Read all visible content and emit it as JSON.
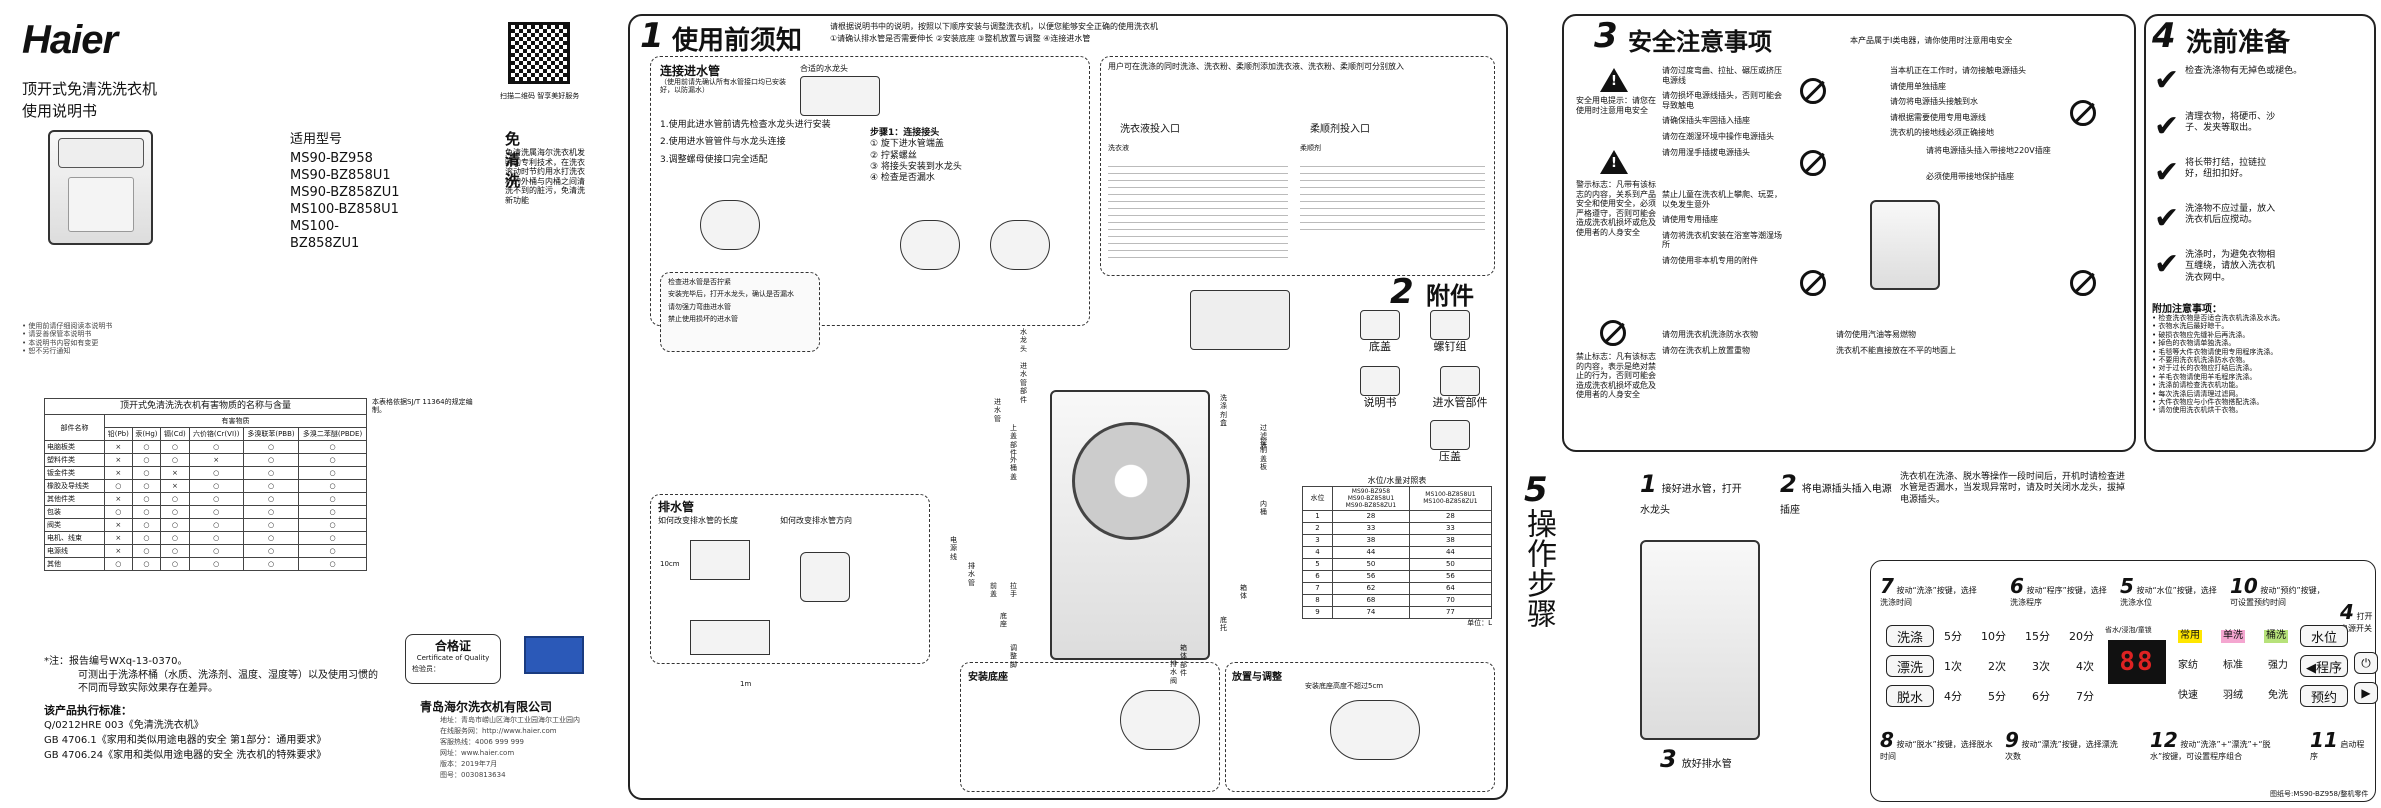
{
  "cover": {
    "logo": "Haier",
    "title1": "顶开式免清洗洗衣机",
    "title2": "使用说明书",
    "models_label": "适用型号",
    "models": [
      "MS90-BZ958",
      "MS90-BZ858U1",
      "MS90-BZ858ZU1",
      "MS100-BZ858U1",
      "MS100-BZ858ZU1"
    ],
    "feature_title": "免清洗",
    "feature_desc": "免清洗属海尔洗衣机发明的专利技术，在洗衣滚动时节约用水打洗衣机的外桶与内桶之间清洗不到的脏污，免清洗新功能",
    "qr_caption": "扫描二维码 智享美好服务",
    "bullets": [
      "• 使用前请仔细阅读本说明书",
      "• 请妥善保管本说明书",
      "• 本说明书内容如有变更",
      "• 恕不另行通知"
    ],
    "table_title": "顶开式免清洗洗衣机有害物质的名称与含量",
    "table_head_part": "部件名称",
    "table_head_group": "有害物质",
    "table_head_subs": [
      "铅(Pb)",
      "汞(Hg)",
      "镉(Cd)",
      "六价铬(Cr(VI))",
      "多溴联苯(PBB)",
      "多溴二苯醚(PBDE)"
    ],
    "table_rows": [
      {
        "name": "电脑板类",
        "v": [
          "×",
          "○",
          "○",
          "○",
          "○",
          "○"
        ]
      },
      {
        "name": "塑料件类",
        "v": [
          "×",
          "○",
          "○",
          "×",
          "○",
          "○"
        ]
      },
      {
        "name": "钣金件类",
        "v": [
          "×",
          "○",
          "×",
          "○",
          "○",
          "○"
        ]
      },
      {
        "name": "橡胶及导线类",
        "v": [
          "○",
          "○",
          "×",
          "○",
          "○",
          "○"
        ]
      },
      {
        "name": "其他件类",
        "v": [
          "×",
          "○",
          "○",
          "○",
          "○",
          "○"
        ]
      },
      {
        "name": "包装",
        "v": [
          "○",
          "○",
          "○",
          "○",
          "○",
          "○"
        ]
      },
      {
        "name": "阀类",
        "v": [
          "×",
          "○",
          "○",
          "○",
          "○",
          "○"
        ]
      },
      {
        "name": "电机、线束",
        "v": [
          "×",
          "○",
          "○",
          "○",
          "○",
          "○"
        ]
      },
      {
        "name": "电源线",
        "v": [
          "×",
          "○",
          "○",
          "○",
          "○",
          "○"
        ]
      },
      {
        "name": "其他",
        "v": [
          "○",
          "○",
          "○",
          "○",
          "○",
          "○"
        ]
      }
    ],
    "table_note": "本表格依据SJ/T 11364的规定编制。",
    "report": "*注：报告编号WXq-13-0370。",
    "report2": "可测出于洗涤杯桶（水质、洗涤剂、温度、湿度等）以及使用习惯的不同而导致实际效果存在差异。",
    "std_title": "该产品执行标准：",
    "std1": "Q/0212HRE 003《免清洗洗衣机》",
    "std2": "GB 4706.1《家用和类似用途电器的安全 第1部分：通用要求》",
    "std3": "GB 4706.24《家用和类似用途电器的安全 洗衣机的特殊要求》",
    "cert_title": "合格证",
    "cert_sub": "Certificate of Quality",
    "cert_check": "检验员：",
    "company": "青岛海尔洗衣机有限公司",
    "address": "地址：青岛市崂山区海尔工业园海尔工业园内",
    "web": "在线服务网：http://www.haier.com",
    "hotline": "客服热线：4006 999 999",
    "url": "网址：www.haier.com",
    "date": "版本：2019年7月",
    "code": "图号：0030813634"
  },
  "section1": {
    "num": "1",
    "title": "使用前须知",
    "intro": "请根据说明书中的说明，按照以下顺序安装与调整洗衣机，以便您能够安全正确的使用洗衣机",
    "intro2": "①请确认排水管是否需要伸长 ②安装底座 ③整机放置与调整 ④连接进水管",
    "connect_title": "连接进水管",
    "connect_sub": "（使用前请先确认所有水管接口均已安装好，以防漏水）",
    "faucet_label": "合适的水龙头",
    "steps": [
      "1.使用此进水管前请先检查水龙头进行安装",
      "2.使用进水管管件与水龙头连接",
      "3.调整螺母使接口完全适配"
    ],
    "install_steps": [
      "步骤1：连接接头",
      "① 旋下进水管端盖",
      "② 拧紧螺丝",
      "③ 将接头安装到水龙头",
      "④ 检查是否漏水"
    ],
    "inlet_title": "用户可在洗涤的同时洗涤、洗衣粉、柔顺剂添加洗衣液、洗衣粉、柔顺剂可分别放入",
    "detergent_title": "洗衣液投入口",
    "softener_title": "柔顺剂投入口",
    "detergent_sub": "洗衣液",
    "softener_sub": "柔顺剂",
    "drain_title": "排水管",
    "drain_sub1": "如何改变排水管的长度",
    "drain_sub2": "如何改变排水管方向",
    "drain_h": "10cm",
    "drain_h2": "1m",
    "safety_title": "安装底座",
    "level_title": "放置与调整",
    "level_h": "安装底座高度不超过5cm",
    "checklist": [
      "检查进水管是否拧紧",
      "安装完毕后，打开水龙头，确认是否漏水",
      "请勿强力弯曲进水管",
      "禁止使用损坏的进水管"
    ],
    "parts_labels": [
      "水龙头",
      "进水管",
      "进水管部件",
      "上盖部件",
      "外桶盖",
      "电源线",
      "排水管",
      "底座",
      "前盖",
      "调整脚",
      "洗涤剂盒",
      "过滤盖",
      "控制盖板",
      "内桶",
      "箱体",
      "拉手",
      "底托",
      "箱体部件",
      "排水阀"
    ],
    "spec_title": "水位/水量对照表",
    "spec_cols": [
      "水位",
      "MS90-BZ958\nMS90-BZ858U1\nMS90-BZ858ZU1",
      "MS100-BZ858U1\nMS100-BZ858ZU1"
    ],
    "spec_rows": [
      [
        "1",
        "28",
        "28"
      ],
      [
        "2",
        "33",
        "33"
      ],
      [
        "3",
        "38",
        "38"
      ],
      [
        "4",
        "44",
        "44"
      ],
      [
        "5",
        "50",
        "50"
      ],
      [
        "6",
        "56",
        "56"
      ],
      [
        "7",
        "62",
        "64"
      ],
      [
        "8",
        "68",
        "70"
      ],
      [
        "9",
        "74",
        "77"
      ]
    ],
    "spec_unit": "单位：L"
  },
  "section2": {
    "num": "2",
    "title": "附件",
    "items": [
      "底盖",
      "螺钉组",
      "说明书",
      "进水管部件",
      "压盖"
    ]
  },
  "section3": {
    "num": "3",
    "title": "安全注意事项",
    "subtitle": "本产品属于Ⅰ类电器，请你使用时注意用电安全",
    "warn_text": "安全用电提示：请您在使用时注意用电安全",
    "warn2": "警示标志：凡带有该标志的内容，关系到产品安全和使用安全，必须严格遵守，否则可能会造成洗衣机损坏或危及使用者的人身安全",
    "ban_text": "禁止标志：凡有该标志的内容，表示是绝对禁止的行为，否则可能会造成洗衣机损坏或危及使用者的人身安全",
    "rules_left": [
      "请勿过度弯曲、拉扯、碾压或挤压电源线",
      "请勿损坏电源线插头，否则可能会导致触电",
      "请确保插头牢固插入插座",
      "请勿在潮湿环境中操作电源插头",
      "请勿用湿手插拔电源插头"
    ],
    "rules_mid": [
      "禁止儿童在洗衣机上攀爬、玩耍，以免发生意外",
      "请使用专用插座",
      "请勿将洗衣机安装在浴室等潮湿场所",
      "请勿使用非本机专用的附件"
    ],
    "rules_right": [
      "当本机正在工作时，请勿接触电源插头",
      "请使用单独插座",
      "请勿将电源插头接触到水",
      "请根据需要使用专用电源线",
      "洗衣机的接地线必须正确接地"
    ],
    "power": "请将电源插头插入带接地220V插座",
    "ground": "必须使用带接地保护插座",
    "bottom_rules": [
      "请勿用洗衣机洗涤防水衣物",
      "请勿在洗衣机上放置重物",
      "请勿使用汽油等易燃物",
      "洗衣机不能直接放在不平的地面上"
    ]
  },
  "section4": {
    "num": "4",
    "title": "洗前准备",
    "items": [
      "检查洗涤物有无掉色或褪色。",
      "清理衣物，将硬币、沙子、发夹等取出。",
      "将长带打结，拉链拉好，纽扣扣好。",
      "洗涤物不应过量，放入洗衣机后应搅动。",
      "洗涤时，为避免衣物相互缠绕，请放入洗衣机洗衣网中。"
    ],
    "note_title": "附加注意事项：",
    "notes": [
      "• 检查洗衣物是否适合洗衣机洗涤及水洗。",
      "• 衣物水洗后最好晾干。",
      "• 破损衣物应先缝补后再洗涤。",
      "• 掉色的衣物请单独洗涤。",
      "• 毛毯等大件衣物请使用专用程序洗涤。",
      "• 不要用洗衣机洗涤防水衣物。",
      "• 对于过长的衣物应打结后洗涤。",
      "• 羊毛衣物请使用羊毛程序洗涤。",
      "• 洗涤前请检查洗衣机功能。",
      "• 每次洗涤后请清理过滤网。",
      "• 大件衣物应与小件衣物搭配洗涤。",
      "• 请勿使用洗衣机烘干衣物。"
    ]
  },
  "section5": {
    "num": "5",
    "title": "操作步骤",
    "step1": "接好进水管，打开水龙头",
    "step2": "将电源插头插入电源插座",
    "step3": "放好排水管",
    "note": "洗衣机在洗涤、脱水等操作一段时间后，开机时请检查进水管是否漏水，当发现异常时，请及时关闭水龙头，拔掉电源插头。",
    "step4": "打开电源开关",
    "step5": "按动“水位”按键，选择洗涤水位",
    "step6": "按动“程序”按键，选择洗涤程序",
    "step7": "按动“洗涤”按键，选择洗涤时间",
    "step8": "按动“脱水”按键，选择脱水时间",
    "step9": "按动“漂洗”按键，选择漂洗次数",
    "step10": "按动“预约”按键，可设置预约时间",
    "step11": "启动程序",
    "step12": "按动“洗涤”+“漂洗”+“脱水”按键，可设置程序组合",
    "panel": {
      "btn_wash": "洗涤",
      "btn_rinse": "漂洗",
      "btn_spin": "脱水",
      "btn_level": "水位",
      "btn_prog": "◀程序",
      "btn_delay": "预约",
      "wash_times": [
        "5分",
        "10分",
        "15分",
        "20分"
      ],
      "rinse_times": [
        "1次",
        "2次",
        "3次",
        "4次"
      ],
      "spin_times": [
        "4分",
        "5分",
        "6分",
        "7分"
      ],
      "progs": [
        "常用",
        "单洗",
        "桶洗"
      ],
      "progs2": [
        "家纺",
        "标准",
        "强力"
      ],
      "progs3": [
        "快速",
        "羽绒",
        "免洗"
      ],
      "display": "88",
      "status": "省水/浸泡/童锁",
      "model_code": "图纸号:MS90-BZ958/整机零件"
    }
  }
}
